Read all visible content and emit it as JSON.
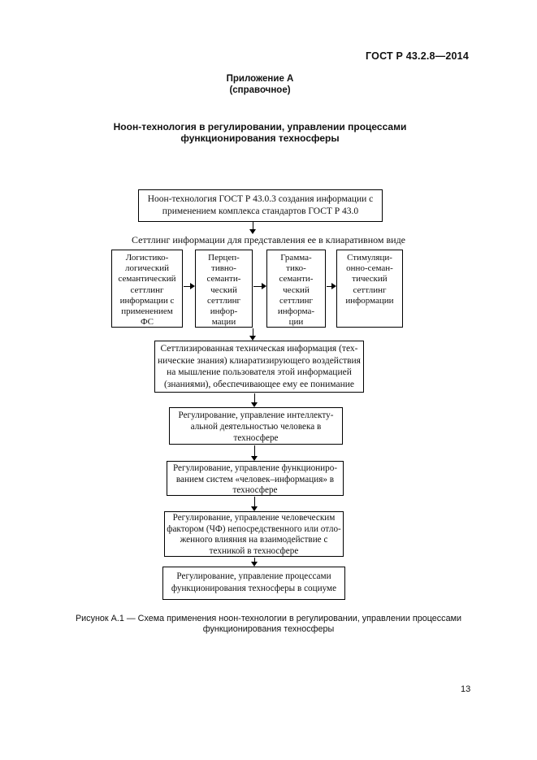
{
  "header": {
    "doc_number": "ГОСТ Р 43.2.8—2014"
  },
  "appendix": {
    "label": "Приложение А",
    "type": "(справочное)",
    "title": "Ноон-технология в регулировании, управлении процессами\nфункционирования техносферы"
  },
  "flow": {
    "top_box": "Ноон-технология ГОСТ Р 43.0.3 создания информации с\nприменением комплекса стандартов ГОСТ Р 43.0",
    "settling_caption": "Сеттлинг информации для представления ее в клиаративном виде",
    "settling_boxes": [
      "Логистико-\nлогический\nсемантический\nсеттлинг\nинформации с\nприменением\nФС",
      "Перцеп-\nтивно-\nсеманти-\nческий\nсеттлинг\nинфор-\nмации",
      "Грамма-\nтико-\nсеманти-\nческий\nсеттлинг\nинформа-\nции",
      "Стимуляци-\nонно-семан-\nтический\nсеттлинг\nинформации"
    ],
    "result_box": "Сеттлизированная техническая информация (тех-\nнические знания) клиаратизирующего воздействия\nна мышление пользователя этой информацией\n(знаниями), обеспечивающее ему ее понимание",
    "regulation_boxes": [
      "Регулирование, управление  интеллекту-\nальной  деятельностью  человека в\nтехносфере",
      "Регулирование, управление  функциониро-\nванием  систем  «человек–информация» в\nтехносфере",
      "Регулирование, управление  человеческим\nфактором (ЧФ)  непосредственного или отло-\nженного  влияния  на взаимодействие с\nтехникой  в техносфере",
      "Регулирование, управление  процессами\nфункционирования  техносферы в социуме"
    ]
  },
  "figure": {
    "caption": "Рисунок  А.1 — Схема применения ноон-технологии в регулировании, управлении процессами\nфункционирования техносферы"
  },
  "footer": {
    "page_number": "13"
  }
}
